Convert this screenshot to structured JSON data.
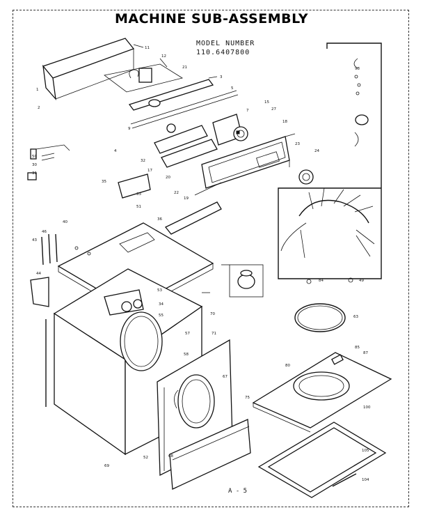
{
  "title": "MACHINE SUB-ASSEMBLY",
  "model_label": "MODEL NUMBER",
  "model_number": "110.6407800",
  "page_ref": "A - 5",
  "callouts": [
    {
      "id": "c-11",
      "text": "11"
    },
    {
      "id": "c-12",
      "text": "12"
    },
    {
      "id": "c-21",
      "text": "21"
    },
    {
      "id": "c-3",
      "text": "3"
    },
    {
      "id": "c-5",
      "text": "5"
    },
    {
      "id": "c-7",
      "text": "7"
    },
    {
      "id": "c-15",
      "text": "15"
    },
    {
      "id": "c-27",
      "text": "27"
    },
    {
      "id": "c-18",
      "text": "18"
    },
    {
      "id": "c-24",
      "text": "24"
    },
    {
      "id": "c-23",
      "text": "23"
    },
    {
      "id": "c-32",
      "text": "32"
    },
    {
      "id": "c-17",
      "text": "17"
    },
    {
      "id": "c-20",
      "text": "20"
    },
    {
      "id": "c-22",
      "text": "22"
    },
    {
      "id": "c-19",
      "text": "19"
    },
    {
      "id": "c-30",
      "text": "30"
    },
    {
      "id": "c-31",
      "text": "31"
    },
    {
      "id": "c-35",
      "text": "35"
    },
    {
      "id": "c-33",
      "text": "33"
    },
    {
      "id": "c-51",
      "text": "51"
    },
    {
      "id": "c-36",
      "text": "36"
    },
    {
      "id": "c-46",
      "text": "46"
    },
    {
      "id": "c-40",
      "text": "40"
    },
    {
      "id": "c-43",
      "text": "43"
    },
    {
      "id": "c-44",
      "text": "44"
    },
    {
      "id": "c-53",
      "text": "53"
    },
    {
      "id": "c-34",
      "text": "34"
    },
    {
      "id": "c-55",
      "text": "55"
    },
    {
      "id": "c-70",
      "text": "70"
    },
    {
      "id": "c-71",
      "text": "71"
    },
    {
      "id": "c-57",
      "text": "57"
    },
    {
      "id": "c-58",
      "text": "58"
    },
    {
      "id": "c-67",
      "text": "67"
    },
    {
      "id": "c-63",
      "text": "63"
    },
    {
      "id": "c-85",
      "text": "85"
    },
    {
      "id": "c-87",
      "text": "87"
    },
    {
      "id": "c-80",
      "text": "80"
    },
    {
      "id": "c-75",
      "text": "75"
    },
    {
      "id": "c-100",
      "text": "100"
    },
    {
      "id": "c-105",
      "text": "105"
    },
    {
      "id": "c-104",
      "text": "104"
    },
    {
      "id": "c-69",
      "text": "69"
    },
    {
      "id": "c-52",
      "text": "52"
    },
    {
      "id": "c-68",
      "text": "68"
    },
    {
      "id": "c-98",
      "text": "98"
    },
    {
      "id": "c-84",
      "text": "84"
    },
    {
      "id": "c-49",
      "text": "49"
    },
    {
      "id": "c-50",
      "text": "50"
    },
    {
      "id": "c-4",
      "text": "4"
    },
    {
      "id": "c-1",
      "text": "1"
    },
    {
      "id": "c-2",
      "text": "2"
    },
    {
      "id": "c-9",
      "text": "9"
    }
  ]
}
